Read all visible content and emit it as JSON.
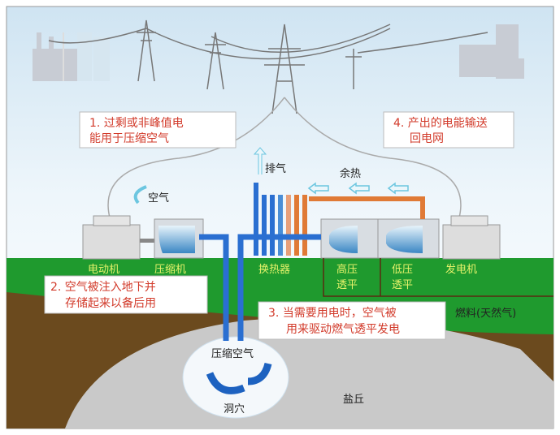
{
  "callouts": {
    "step1": {
      "line1": "1. 过剩或非峰值电",
      "line2": "能用于压缩空气"
    },
    "step2": {
      "line1": "2. 空气被注入地下并",
      "line2": "存储起来以备后用"
    },
    "step3": {
      "line1": "3. 当需要用电时，空气被",
      "line2": "用来驱动燃气透平发电"
    },
    "step4": {
      "line1": "4. 产出的电能输送",
      "line2": "回电网"
    }
  },
  "flow_labels": {
    "exhaust": "排气",
    "waste_heat": "余热",
    "air": "空气",
    "fuel": "燃料(天然气)",
    "compressed_air": "压缩空气"
  },
  "components": {
    "motor": "电动机",
    "compressor": "压缩机",
    "heat_exchanger": "换热器",
    "hp_turbine": {
      "line1": "高压",
      "line2": "透平"
    },
    "lp_turbine": {
      "line1": "低压",
      "line2": "透平"
    },
    "generator": "发电机"
  },
  "underground": {
    "cavern": "洞穴",
    "salt_dome": "盐丘"
  },
  "colors": {
    "ground": "#1f9a2e",
    "earth": "#6b4a1e",
    "salt": "#c9c9c9",
    "pipe_cold": "#2a6fd1",
    "pipe_hot": "#e07a36",
    "callout_text": "#d23a2a"
  }
}
